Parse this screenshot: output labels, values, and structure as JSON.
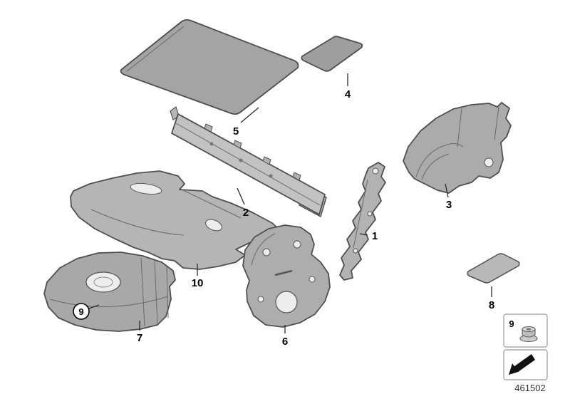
{
  "labels": {
    "p1": "1",
    "p2": "2",
    "p3": "3",
    "p4": "4",
    "p5": "5",
    "p6": "6",
    "p7": "7",
    "p8": "8",
    "p10": "10",
    "callout9": "9",
    "legend9": "9"
  },
  "meta": {
    "doc_number": "461502"
  },
  "icons": {
    "legend_fastener": "nut-icon",
    "legend_direction": "direction-arrow-icon"
  },
  "colors": {
    "background": "#ffffff",
    "part_fill": "#b0b0b0",
    "outline": "#4f4f4f",
    "label": "#000000"
  }
}
